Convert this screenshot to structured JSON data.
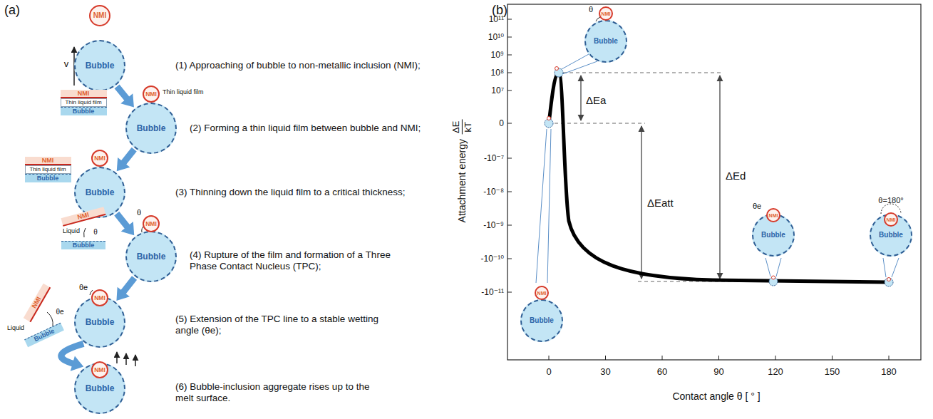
{
  "diagram": {
    "nodes": [
      {
        "text": [
          "NMI"
        ]
      },
      {
        "text": [
          "Bubble"
        ]
      },
      {
        "text": [
          "Bubble"
        ]
      },
      {
        "text": [
          "NMI"
        ]
      },
      {
        "text": [
          "NMI"
        ]
      },
      {
        "text": [
          "Thin liquid film"
        ]
      },
      {
        "text": [
          "Bubble"
        ]
      },
      {
        "text": [
          "Bubble"
        ]
      },
      {
        "text": [
          "NMI"
        ]
      },
      {
        "text": [
          "NMI"
        ]
      },
      {
        "text": [
          "Thin liquid film"
        ]
      },
      {
        "text": [
          "Bubble"
        ]
      },
      {
        "text": [
          "Bubble"
        ]
      },
      {
        "text": [
          "NMI"
        ]
      },
      {
        "text": [
          "NMI"
        ]
      },
      {
        "text": [
          "Bubble"
        ]
      },
      {
        "text": [
          "Bubble"
        ]
      },
      {
        "text": [
          "NMI"
        ]
      },
      {
        "text": [
          "NMI"
        ]
      },
      {
        "text": [
          "Bubble"
        ]
      },
      {
        "text": [
          "Bubble"
        ]
      },
      {
        "text": [
          "NMI"
        ]
      },
      {
        "text": [
          "Bubble"
        ]
      },
      {
        "text": [
          "NMI"
        ]
      },
      {
        "text": [
          "Bubble"
        ]
      },
      {
        "text": [
          "NMI"
        ]
      },
      {
        "text": [
          "Bubble"
        ]
      },
      {
        "text": [
          "NMI"
        ]
      },
      {
        "text": [
          "Bubble"
        ]
      },
      {
        "text": [
          "NMI"
        ]
      }
    ],
    "edges": [
      {
        "from": 1,
        "to": 2,
        "arrow": "to"
      },
      {
        "from": 2,
        "to": 7,
        "arrow": "to"
      },
      {
        "from": 7,
        "to": 12,
        "arrow": "to"
      },
      {
        "from": 12,
        "to": 16,
        "arrow": "to"
      },
      {
        "from": 16,
        "to": 20,
        "arrow": "to"
      }
    ],
    "labels": [
      "(a)",
      "v",
      "(1)  Approaching of bubble to non-metallic inclusion (NMI);",
      "Thin liquid film",
      "(2)  Forming a thin liquid film between bubble and NMI;",
      "(3)  Thinning down the liquid film to a critical thickness;",
      "θ",
      "Liquid",
      "θ",
      "(4)  Rupture of the film and formation of a Three Phase Contact Nucleus (TPC);",
      "θe",
      "θe",
      "Liquid",
      "(5)  Extension of the TPC line to a stable wetting angle (θe);",
      "(6)  Bubble-inclusion aggregate rises up to the melt surface.",
      "(b)",
      "10¹¹",
      "10¹⁰",
      "10⁹",
      "10⁸",
      "10⁷",
      "0",
      "-10⁻⁷",
      "-10⁻⁸",
      "-10⁻⁹",
      "-10⁻¹⁰",
      "-10⁻¹¹",
      "0",
      "30",
      "60",
      "90",
      "120",
      "150",
      "180",
      "Attachment energy",
      "ΔE",
      "kT",
      "Contact angle θ [ ° ]",
      "θ",
      "ΔEa",
      "ΔEd",
      "ΔEatt",
      "θe",
      "θ=180°"
    ]
  }
}
